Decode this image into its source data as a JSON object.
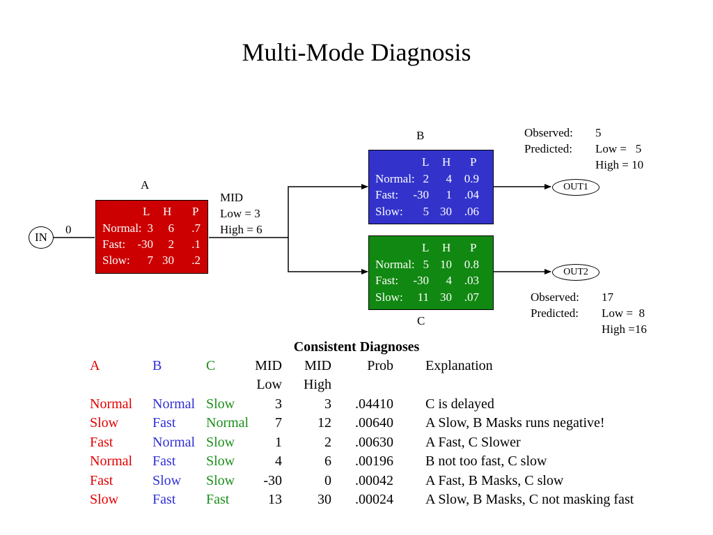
{
  "title": "Multi-Mode Diagnosis",
  "colors": {
    "box_a": "#cc0000",
    "box_b": "#3333cc",
    "box_c": "#118811",
    "text_a": "#e00000",
    "text_b": "#2f2fd6",
    "text_c": "#1a8f1a"
  },
  "nodes": {
    "in": {
      "label": "IN",
      "value": "0"
    },
    "a": {
      "label": "A"
    },
    "b": {
      "label": "B"
    },
    "c": {
      "label": "C"
    },
    "out1": {
      "label": "OUT1"
    },
    "out2": {
      "label": "OUT2"
    }
  },
  "box_headers": {
    "l": "L",
    "h": "H",
    "p": "P"
  },
  "box_a_rows": [
    {
      "mode": "Normal:",
      "l": "3",
      "h": "6",
      "p": ".7"
    },
    {
      "mode": "Fast:",
      "l": "-30",
      "h": "2",
      "p": ".1"
    },
    {
      "mode": "Slow:",
      "l": "7",
      "h": "30",
      "p": ".2"
    }
  ],
  "box_b_rows": [
    {
      "mode": "Normal:",
      "l": "2",
      "h": "4",
      "p": "0.9"
    },
    {
      "mode": "Fast:",
      "l": "-30",
      "h": "1",
      "p": ".04"
    },
    {
      "mode": "Slow:",
      "l": "5",
      "h": "30",
      "p": ".06"
    }
  ],
  "box_c_rows": [
    {
      "mode": "Normal:",
      "l": "5",
      "h": "10",
      "p": "0.8"
    },
    {
      "mode": "Fast:",
      "l": "-30",
      "h": "4",
      "p": ".03"
    },
    {
      "mode": "Slow:",
      "l": "11",
      "h": "30",
      "p": ".07"
    }
  ],
  "mid": {
    "label": "MID",
    "low": "Low = 3",
    "high": "High = 6"
  },
  "out1_info": {
    "observed_label": "Observed:",
    "observed_value": "5",
    "predicted_label": "Predicted:",
    "low": "Low =   5",
    "high": "High = 10"
  },
  "out2_info": {
    "observed_label": "Observed:",
    "observed_value": "17",
    "predicted_label": "Predicted:",
    "low": "Low =  8",
    "high": "High =16"
  },
  "table": {
    "title": "Consistent Diagnoses",
    "headers": {
      "a": "A",
      "b": "B",
      "c": "C",
      "mid_low_1": "MID",
      "mid_low_2": "Low",
      "mid_high_1": "MID",
      "mid_high_2": "High",
      "prob": "Prob",
      "explanation": "Explanation"
    },
    "rows": [
      {
        "a": "Normal",
        "b": "Normal",
        "c": "Slow",
        "low": "3",
        "high": "3",
        "prob": ".04410",
        "explanation": "C is delayed"
      },
      {
        "a": "Slow",
        "b": "Fast",
        "c": "Normal",
        "low": "7",
        "high": "12",
        "prob": ".00640",
        "explanation": "A Slow, B Masks runs negative!"
      },
      {
        "a": "Fast",
        "b": "Normal",
        "c": "Slow",
        "low": "1",
        "high": "2",
        "prob": ".00630",
        "explanation": "A Fast, C Slower"
      },
      {
        "a": "Normal",
        "b": "Fast",
        "c": "Slow",
        "low": "4",
        "high": "6",
        "prob": ".00196",
        "explanation": "B not too fast, C slow"
      },
      {
        "a": "Fast",
        "b": "Slow",
        "c": "Slow",
        "low": "-30",
        "high": "0",
        "prob": ".00042",
        "explanation": "A Fast, B Masks, C slow"
      },
      {
        "a": "Slow",
        "b": "Fast",
        "c": "Fast",
        "low": "13",
        "high": "30",
        "prob": ".00024",
        "explanation": "A Slow, B Masks, C not masking fast"
      }
    ]
  }
}
